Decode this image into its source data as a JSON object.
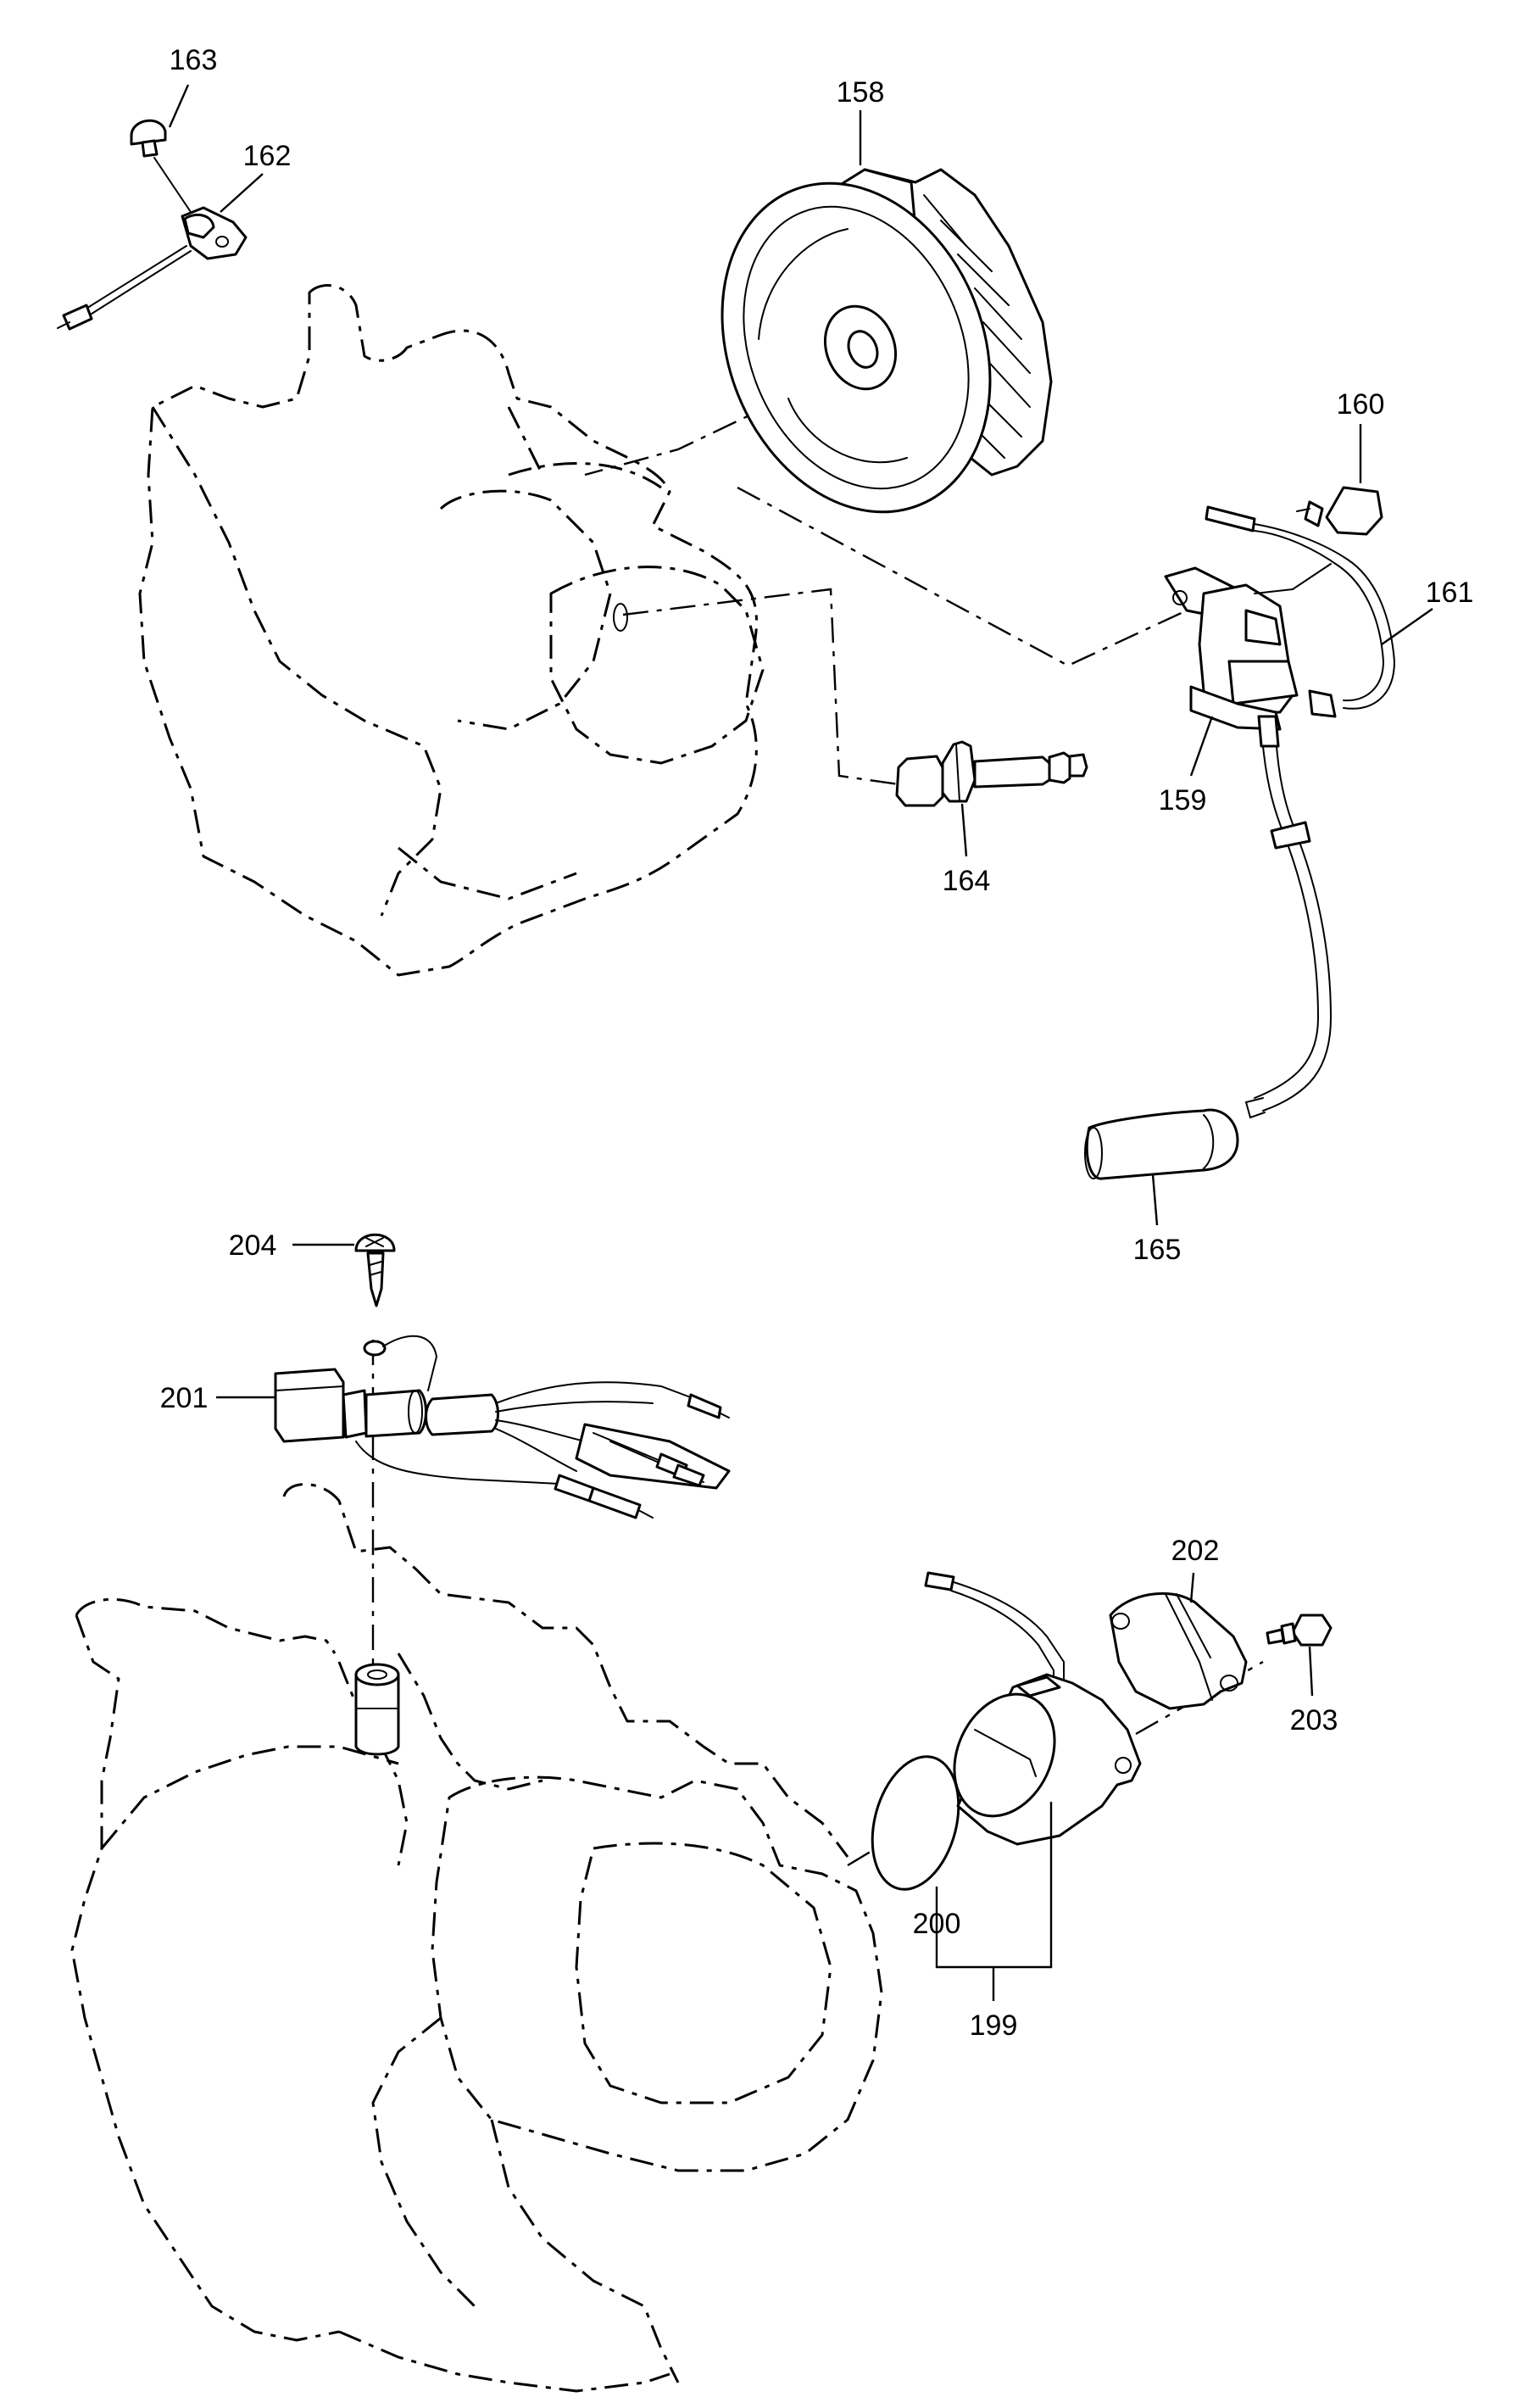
{
  "callouts": {
    "p158": "158",
    "p159": "159",
    "p160": "160",
    "p161": "161",
    "p162": "162",
    "p163": "163",
    "p164": "164",
    "p165": "165",
    "p199": "199",
    "p200": "200",
    "p201": "201",
    "p202": "202",
    "p203": "203",
    "p204": "204"
  }
}
